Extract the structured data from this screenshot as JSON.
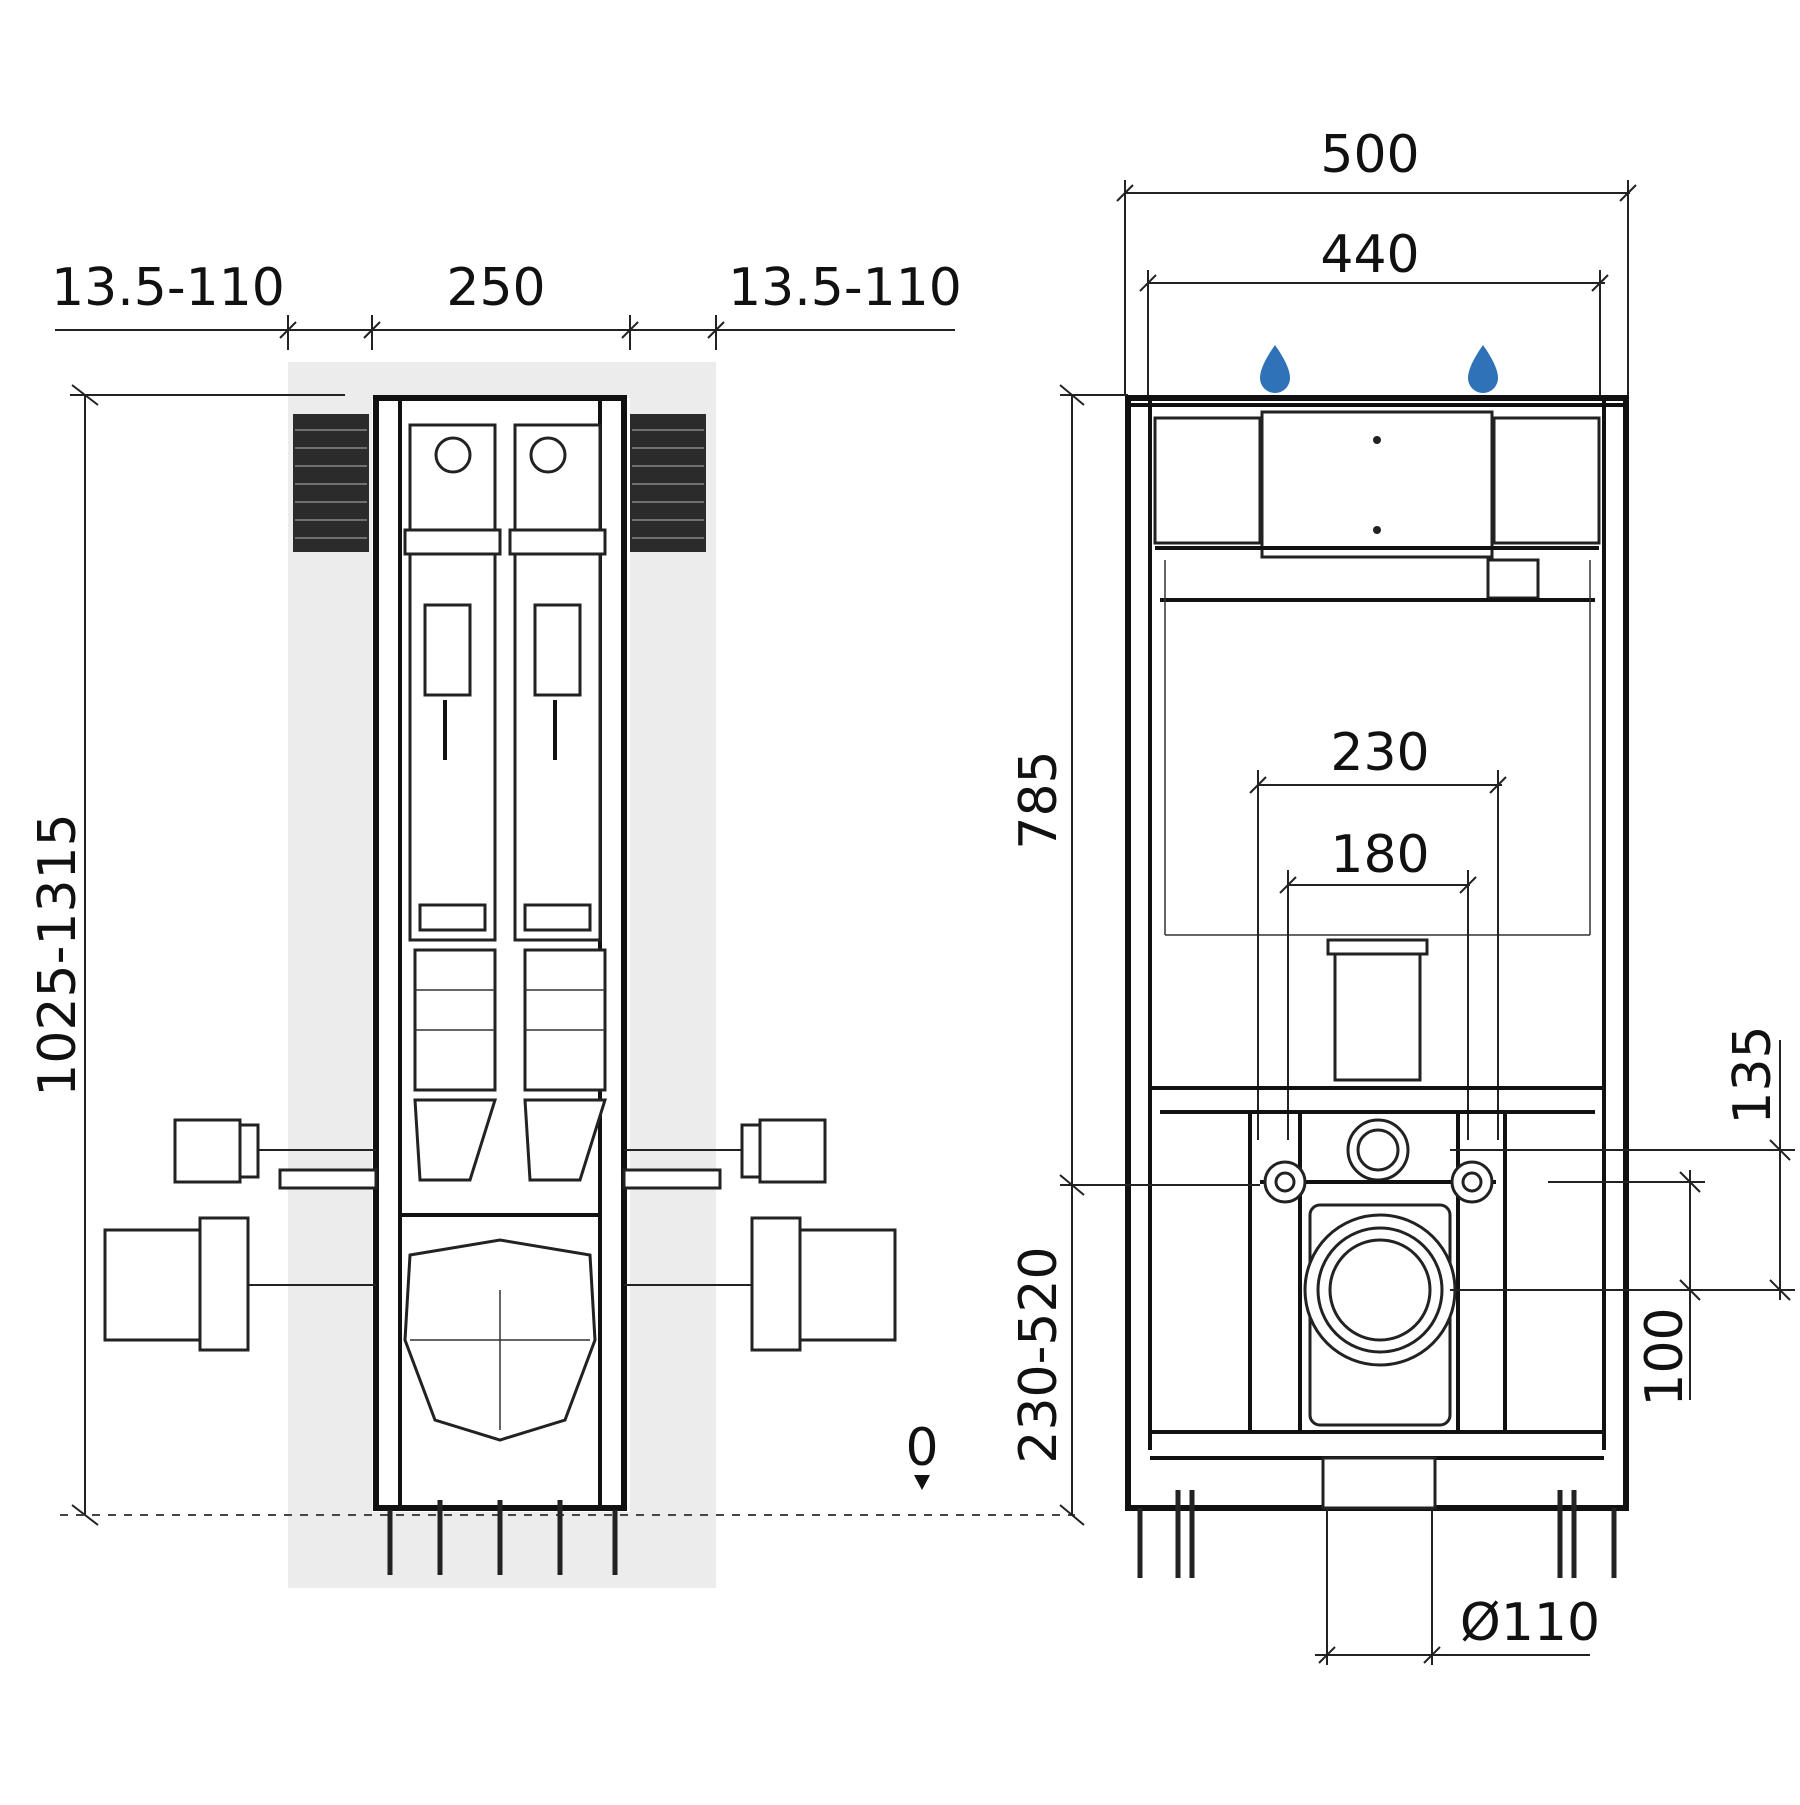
{
  "side_view": {
    "dim_left_width": "13.5-110",
    "dim_center_width": "250",
    "dim_right_width": "13.5-110",
    "dim_total_height": "1025-1315",
    "zero_marker": "0"
  },
  "front_view": {
    "dim_outer_width": "500",
    "dim_inner_width": "440",
    "dim_frame_height": "785",
    "dim_stud_spacing": "230",
    "dim_bolt_spacing": "180",
    "dim_supply_offset": "135",
    "dim_drain_offset": "100",
    "dim_mount_height": "230-520",
    "dim_drain_diameter": "Ø110"
  },
  "colors": {
    "water_drop": "#2f72b8",
    "wall_fill": "#ececec",
    "line": "#111111"
  },
  "icons": [
    "water-drop-icon",
    "zero-level-arrow-icon"
  ]
}
